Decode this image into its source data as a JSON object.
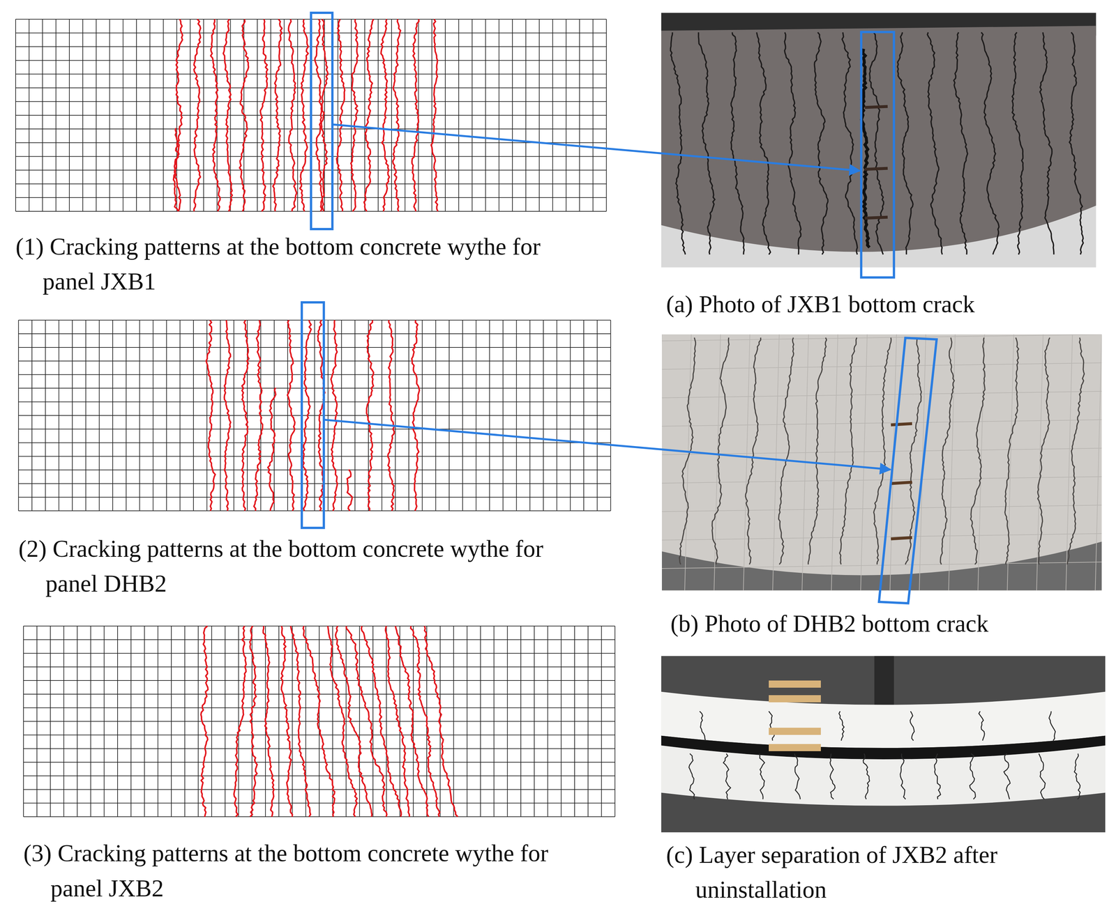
{
  "diagram": {
    "nodes": [
      {
        "text": [
          "(1) Cracking patterns at the bottom concrete wythe for panel JXB1"
        ]
      },
      {
        "text": [
          "(a) Photo of JXB1 bottom crack"
        ]
      },
      {
        "text": [
          "(2) Cracking patterns at the bottom concrete wythe for panel DHB2"
        ]
      },
      {
        "text": [
          "(b) Photo of DHB2 bottom crack"
        ]
      },
      {
        "text": [
          "(3) Cracking patterns at the bottom concrete wythe for panel JXB2"
        ]
      },
      {
        "text": [
          "(c) Layer separation of JXB2 after uninstallation"
        ]
      }
    ],
    "edges": [
      {
        "from": 0,
        "to": 1,
        "arrow": "to"
      },
      {
        "from": 2,
        "to": 3,
        "arrow": "to"
      }
    ]
  }
}
